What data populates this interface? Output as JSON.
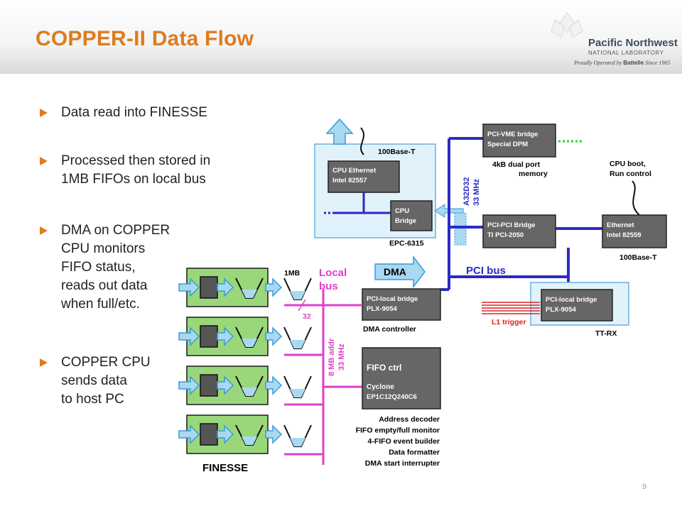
{
  "slide": {
    "title": "COPPER-II Data Flow",
    "page_number": "9"
  },
  "logo": {
    "name": "Pacific Northwest",
    "sub": "NATIONAL LABORATORY",
    "tagline_pre": "Proudly Operated by ",
    "tagline_brand": "Battelle",
    "tagline_post": " Since 1965"
  },
  "bullets": [
    {
      "text": "Data read into FINESSE"
    },
    {
      "text": "Processed then stored in\n1MB FIFOs on local bus"
    },
    {
      "text": "DMA on COPPER\nCPU monitors\nFIFO status,\nreads out data\nwhen full/etc."
    },
    {
      "text": "COPPER CPU\nsends data\nto host PC"
    }
  ],
  "diagram": {
    "colors": {
      "blue_bus": "#2b2bc4",
      "magenta_bus": "#e040c8",
      "light_blue": "#a9d8f2",
      "green_box": "#9ad77b",
      "dark_box": "#666666",
      "trigger_red": "#e02020",
      "dots_green": "#22dd22"
    },
    "labels": {
      "base_t_top": "100Base-T",
      "cpu_ethernet_1": "CPU Ethernet",
      "cpu_ethernet_2": "Intel 82557",
      "cpu_bridge_1": "CPU",
      "cpu_bridge_2": "Bridge",
      "epc": "EPC-6315",
      "a32d32": "A32D32",
      "mhz33": "33 MHz",
      "vme_1": "PCI-VME bridge",
      "vme_2": "Special DPM",
      "dpm_1": "4kB dual port",
      "dpm_2": "memory",
      "pcipci_1": "PCI-PCI Bridge",
      "pcipci_2": "TI PCI-2050",
      "cpu_boot_1": "CPU boot,",
      "cpu_boot_2": "Run control",
      "eth2_1": "Ethernet",
      "eth2_2": "Intel 82559",
      "base_t_right": "100Base-T",
      "pci_bus": "PCI bus",
      "dma": "DMA",
      "one_mb": "1MB",
      "local_bus_1": "Local",
      "local_bus_2": "bus",
      "n32": "32",
      "plx_left_1": "PCI-local bridge",
      "plx_left_2": "PLX-9054",
      "dma_controller": "DMA controller",
      "plx_right_1": "PCI-local bridge",
      "plx_right_2": "PLX-9054",
      "l1_trigger": "L1 trigger",
      "ttrx": "TT-RX",
      "mb8_1": "8 MB addr",
      "mb8_2": "33 MHz",
      "fifo_ctrl": "FIFO ctrl",
      "cyclone": "Cyclone",
      "ep1c": "EP1C12Q240C6",
      "fifo_funcs": [
        "Address decoder",
        "FIFO empty/full monitor",
        "4-FIFO event builder",
        "Data formatter",
        "DMA start interrupter"
      ],
      "finesse": "FINESSE"
    }
  }
}
